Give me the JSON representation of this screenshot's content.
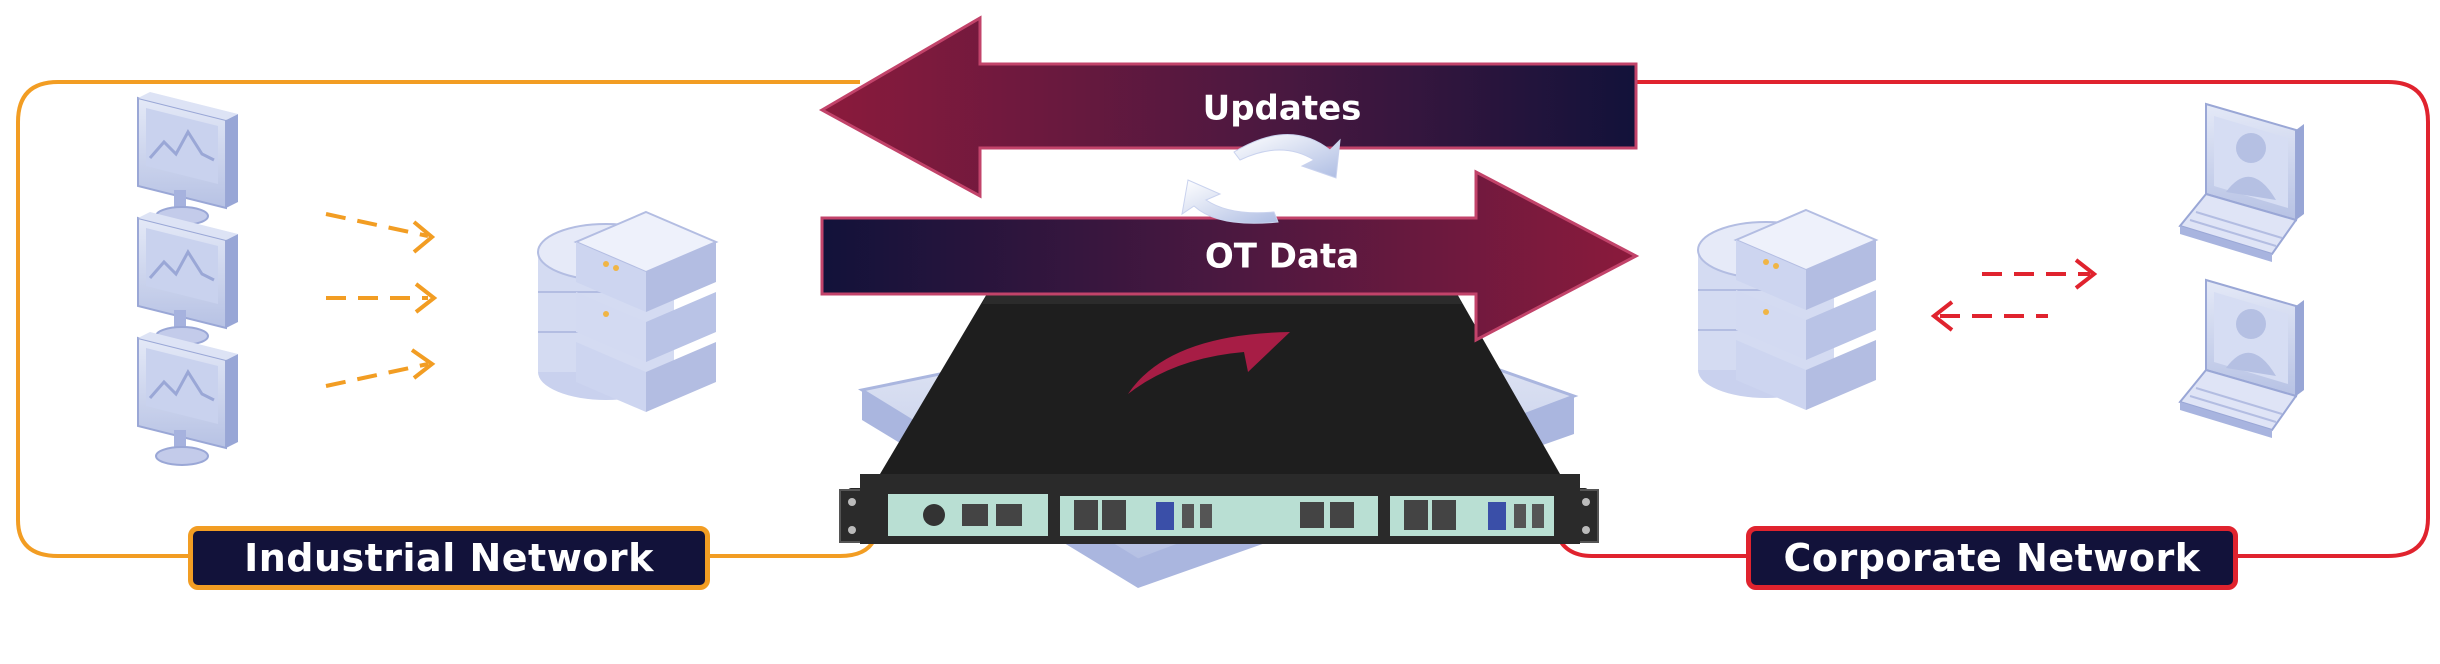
{
  "arrows": {
    "updates_label": "Updates",
    "ot_data_label": "OT Data"
  },
  "networks": {
    "industrial_label": "Industrial Network",
    "corporate_label": "Corporate Network"
  },
  "colors": {
    "industrial_accent": "#f29d23",
    "corporate_accent": "#e0232e",
    "arrow_dark": "#12123a",
    "arrow_crimson": "#8b1a3c",
    "label_background": "#12123a",
    "device_body": "#1e1e1e",
    "device_panel": "#b9dfd3",
    "icon_blue": "#b9c3e6"
  },
  "icons": [
    "monitor-icon",
    "server-stack-icon",
    "laptop-user-icon",
    "sync-circular-arrows-icon",
    "data-diode-appliance"
  ]
}
